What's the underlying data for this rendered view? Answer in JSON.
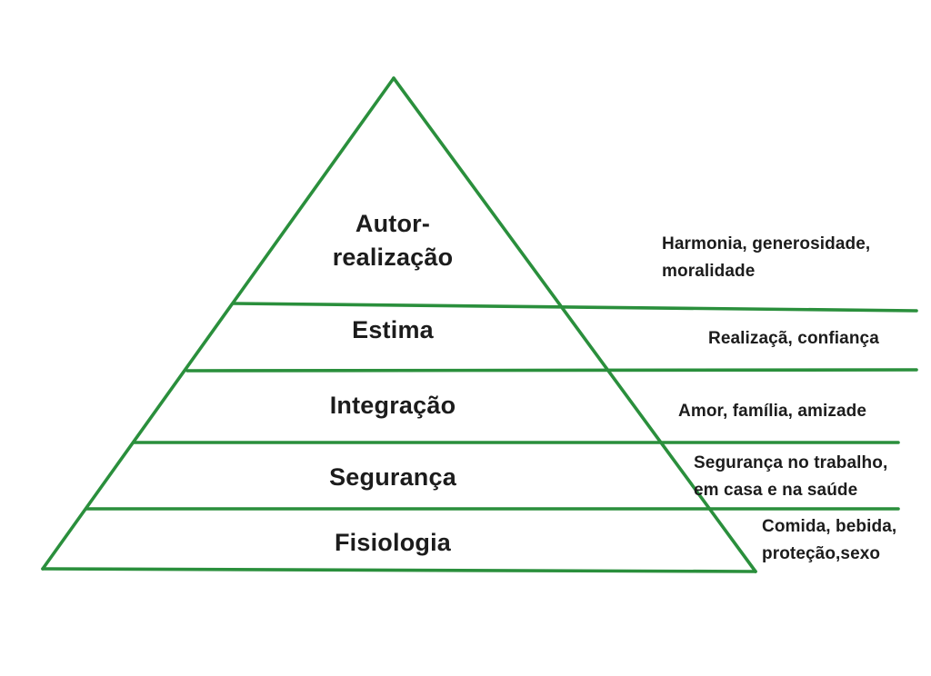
{
  "colors": {
    "line": "#2a8f3c",
    "text": "#1c1c1c"
  },
  "levels": [
    {
      "name": "autor-realizacao",
      "label": [
        "Autor-",
        "realização"
      ],
      "annotation": [
        "Harmonia, generosidade,",
        "moralidade"
      ]
    },
    {
      "name": "estima",
      "label": [
        "Estima"
      ],
      "annotation": [
        "Realizaçã, confiança"
      ]
    },
    {
      "name": "integracao",
      "label": [
        "Integração"
      ],
      "annotation": [
        "Amor, família, amizade"
      ]
    },
    {
      "name": "seguranca",
      "label": [
        "Segurança"
      ],
      "annotation": [
        "Segurança no trabalho,",
        "em casa e na saúde"
      ]
    },
    {
      "name": "fisiologia",
      "label": [
        "Fisiologia"
      ],
      "annotation": [
        "Comida, bebida,",
        "proteção,sexo"
      ]
    }
  ]
}
